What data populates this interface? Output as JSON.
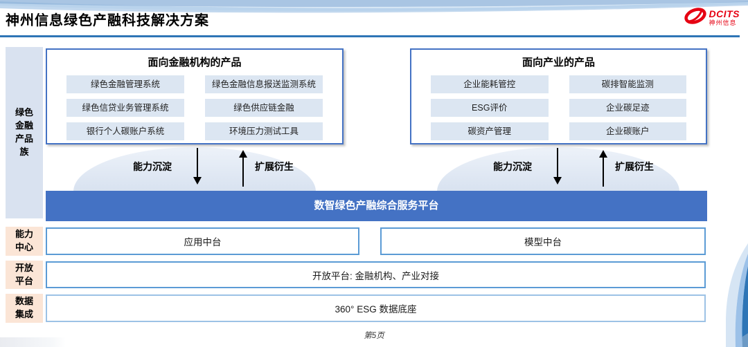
{
  "slide": {
    "title": "神州信息绿色产融科技解决方案",
    "page_number": "第5页"
  },
  "logo": {
    "brand": "DCITS",
    "company": "神州信息"
  },
  "sidebar": [
    {
      "label": "绿色\n金融\n产品\n族"
    },
    {
      "label": "能力\n中心"
    },
    {
      "label": "开放\n平台"
    },
    {
      "label": "数据\n集成"
    }
  ],
  "panels": [
    {
      "title": "面向金融机构的产品",
      "items": [
        "绿色金融管理系统",
        "绿色金融信息报送监测系统",
        "绿色信贷业务管理系统",
        "绿色供应链金融",
        "银行个人碳账户系统",
        "环境压力测试工具"
      ]
    },
    {
      "title": "面向产业的产品",
      "items": [
        "企业能耗管控",
        "碳排智能监测",
        "ESG评价",
        "企业碳足迹",
        "碳资产管理",
        "企业碳账户"
      ]
    }
  ],
  "arrows": {
    "down_label": "能力沉淀",
    "up_label": "扩展衍生"
  },
  "platform_bar": "数智绿色产融综合服务平台",
  "capability_center": [
    "应用中台",
    "模型中台"
  ],
  "open_platform": "开放平台: 金融机构、产业对接",
  "data_integration": "360° ESG 数据底座",
  "colors": {
    "accent_blue": "#4472C4",
    "border_blue": "#5B9BD5",
    "header_line_blue": "#2E75B6",
    "item_fill_blue": "#DCE6F2",
    "sidebar_blue_fill": "#D9E2F0",
    "sidebar_peach_fill": "#FBE5D6",
    "logo_red": "#E60012"
  }
}
